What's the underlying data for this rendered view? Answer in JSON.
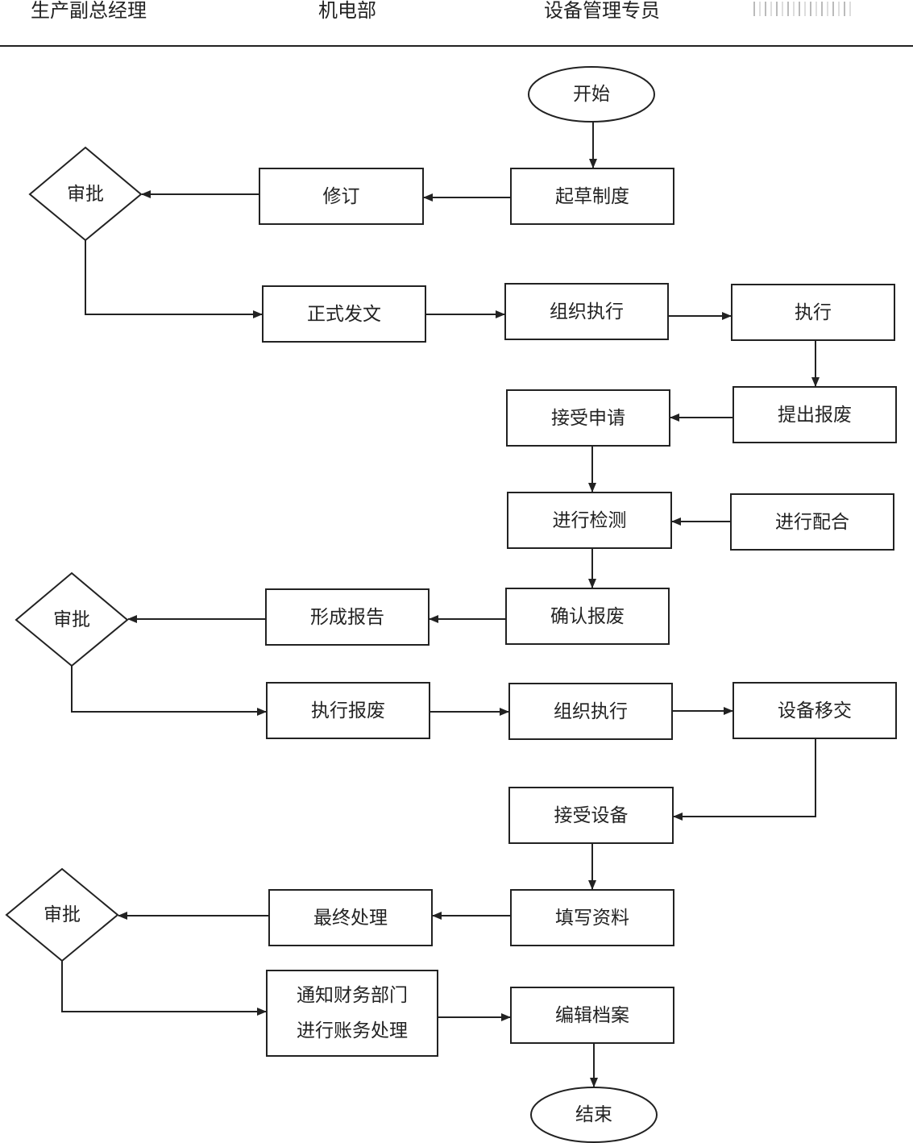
{
  "header": {
    "columns": [
      "生产副总经理",
      "机电部",
      "设备管理专员"
    ]
  },
  "nodes": {
    "start": "开始",
    "draft": "起草制度",
    "revise": "修订",
    "approve1": "审批",
    "publish": "正式发文",
    "organize1": "组织执行",
    "execute": "执行",
    "propose_scrap": "提出报废",
    "accept_request": "接受申请",
    "inspect": "进行检测",
    "cooperate": "进行配合",
    "confirm_scrap": "确认报废",
    "report": "形成报告",
    "approve2": "审批",
    "execute_scrap": "执行报废",
    "organize2": "组织执行",
    "handover": "设备移交",
    "receive_equipment": "接受设备",
    "fill_info": "填写资料",
    "final_process": "最终处理",
    "approve3": "审批",
    "notify_finance": "通知财务部门\n进行账务处理",
    "archive": "编辑档案",
    "end": "结束"
  },
  "colors": {
    "stroke": "#222222",
    "fill": "#ffffff"
  }
}
